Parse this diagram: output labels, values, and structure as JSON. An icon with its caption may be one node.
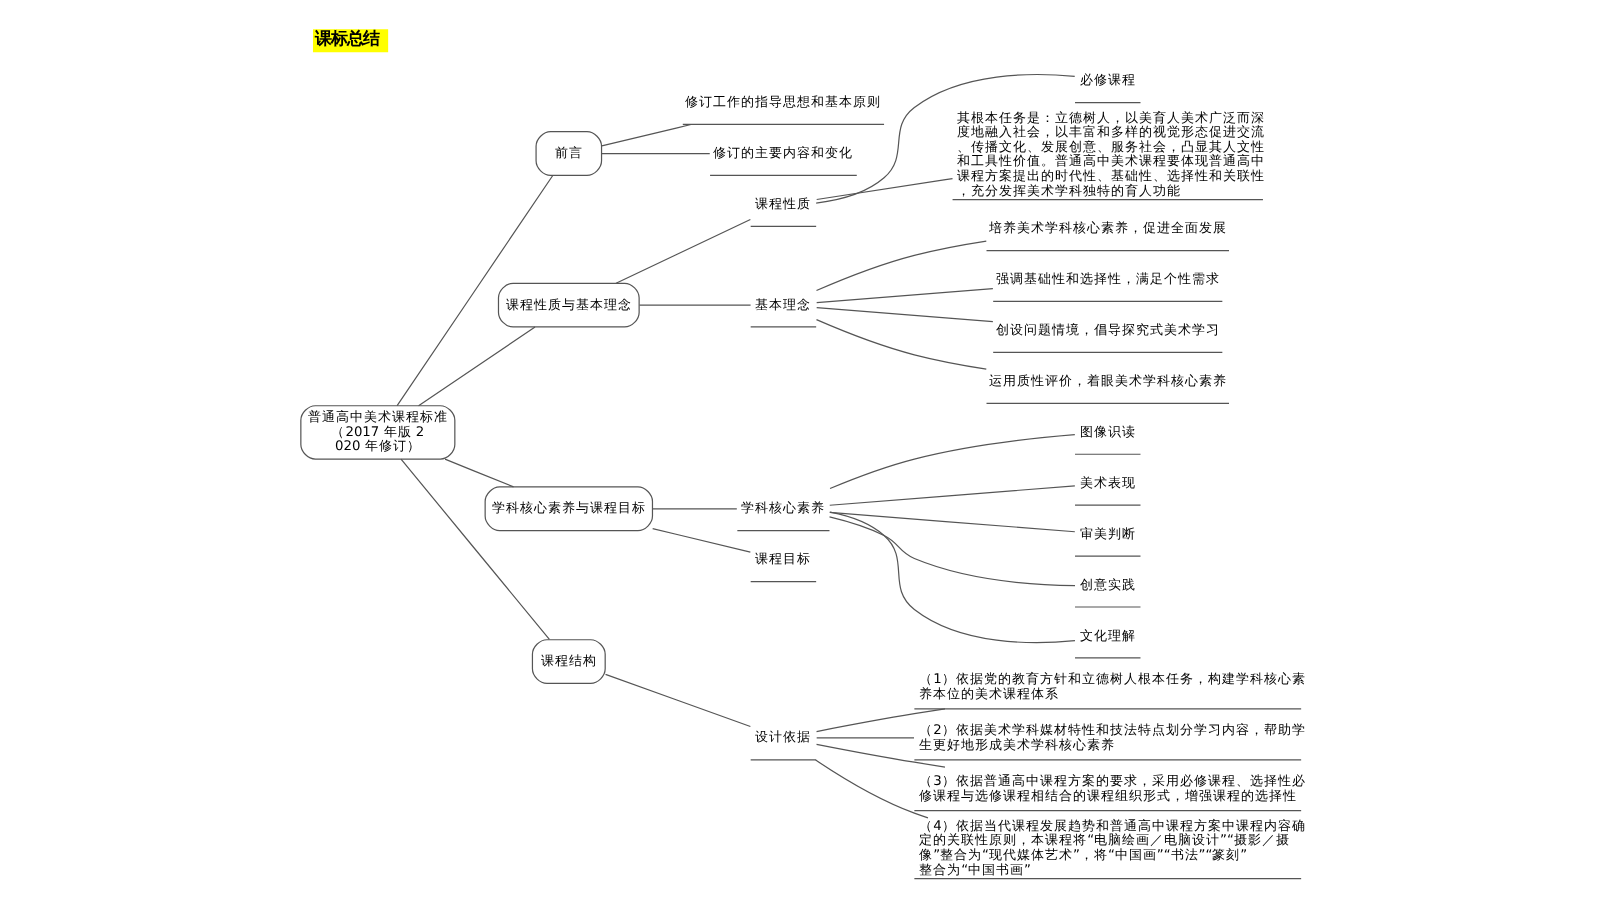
{
  "diagram": {
    "title": "课标总结",
    "nodes": [
      {
        "text": [
          "普通高中美术课程标准（2017 年版 2020 年修订）"
        ]
      },
      {
        "text": [
          "前言"
        ]
      },
      {
        "text": [
          "修订工作的指导思想和基本原则"
        ]
      },
      {
        "text": [
          "修订的主要内容和变化"
        ]
      },
      {
        "text": [
          "课程性质与基本理念"
        ]
      },
      {
        "text": [
          "课程性质"
        ]
      },
      {
        "text": [
          "必修课程"
        ]
      },
      {
        "text": [
          "其根本任务是：立德树人，以美育人美术广泛而深度地融入社会，以丰富和多样的视觉形态促进交流、传播文化、发展创意、服务社会，凸显其人文性和工具性价值。普通高中美术课程要体现普通高中课程方案提出的时代性、基础性、选择性和关联性，充分发挥美术学科独特的育人功能"
        ]
      },
      {
        "text": [
          "基本理念"
        ]
      },
      {
        "text": [
          "培养美术学科核心素养，促进全面发展"
        ]
      },
      {
        "text": [
          "强调基础性和选择性，满足个性需求"
        ]
      },
      {
        "text": [
          "创设问题情境，倡导探究式美术学习"
        ]
      },
      {
        "text": [
          "运用质性评价，着眼美术学科核心素养"
        ]
      },
      {
        "text": [
          "学科核心素养与课程目标"
        ]
      },
      {
        "text": [
          "学科核心素养"
        ]
      },
      {
        "text": [
          "图像识读"
        ]
      },
      {
        "text": [
          "美术表现"
        ]
      },
      {
        "text": [
          "审美判断"
        ]
      },
      {
        "text": [
          "创意实践"
        ]
      },
      {
        "text": [
          "文化理解"
        ]
      },
      {
        "text": [
          "课程目标"
        ]
      },
      {
        "text": [
          "课程结构"
        ]
      },
      {
        "text": [
          "设计依据"
        ]
      },
      {
        "text": [
          "（1）依据党的教育方针和立德树人根本任务，构建学科核心素养本位的美术课程体系"
        ]
      },
      {
        "text": [
          "（2）依据美术学科媒材特性和技法特点划分学习内容，帮助学生更好地形成美术学科核心素养"
        ]
      },
      {
        "text": [
          "（3）依据普通高中课程方案的要求，采用必修课程、选择性必修课程与选修课程相结合的课程组织形式，增强课程的选择性"
        ]
      },
      {
        "text": [
          "（4）依据当代课程发展趋势和普通高中课程方案中课程内容确定的关联性原则，本课程将“电脑绘画／电脑设计”“摄影／摄像”整合为“现代媒体艺术”，将“中国画”“书法”“篆刻”整合为“中国书画”"
        ]
      }
    ],
    "edges": [
      {
        "from": 0,
        "to": 1,
        "arrow": "none"
      },
      {
        "from": 1,
        "to": 2,
        "arrow": "none"
      },
      {
        "from": 1,
        "to": 3,
        "arrow": "none"
      },
      {
        "from": 0,
        "to": 4,
        "arrow": "none"
      },
      {
        "from": 4,
        "to": 5,
        "arrow": "none"
      },
      {
        "from": 5,
        "to": 6,
        "arrow": "none"
      },
      {
        "from": 5,
        "to": 7,
        "arrow": "none"
      },
      {
        "from": 4,
        "to": 8,
        "arrow": "none"
      },
      {
        "from": 8,
        "to": 9,
        "arrow": "none"
      },
      {
        "from": 8,
        "to": 10,
        "arrow": "none"
      },
      {
        "from": 8,
        "to": 11,
        "arrow": "none"
      },
      {
        "from": 8,
        "to": 12,
        "arrow": "none"
      },
      {
        "from": 0,
        "to": 13,
        "arrow": "none"
      },
      {
        "from": 13,
        "to": 14,
        "arrow": "none"
      },
      {
        "from": 14,
        "to": 15,
        "arrow": "none"
      },
      {
        "from": 14,
        "to": 16,
        "arrow": "none"
      },
      {
        "from": 14,
        "to": 17,
        "arrow": "none"
      },
      {
        "from": 14,
        "to": 18,
        "arrow": "none"
      },
      {
        "from": 14,
        "to": 19,
        "arrow": "none"
      },
      {
        "from": 13,
        "to": 20,
        "arrow": "none"
      },
      {
        "from": 0,
        "to": 21,
        "arrow": "none"
      },
      {
        "from": 21,
        "to": 22,
        "arrow": "none"
      },
      {
        "from": 22,
        "to": 23,
        "arrow": "none"
      },
      {
        "from": 22,
        "to": 24,
        "arrow": "none"
      },
      {
        "from": 22,
        "to": 25,
        "arrow": "none"
      },
      {
        "from": 22,
        "to": 26,
        "arrow": "none"
      }
    ]
  }
}
